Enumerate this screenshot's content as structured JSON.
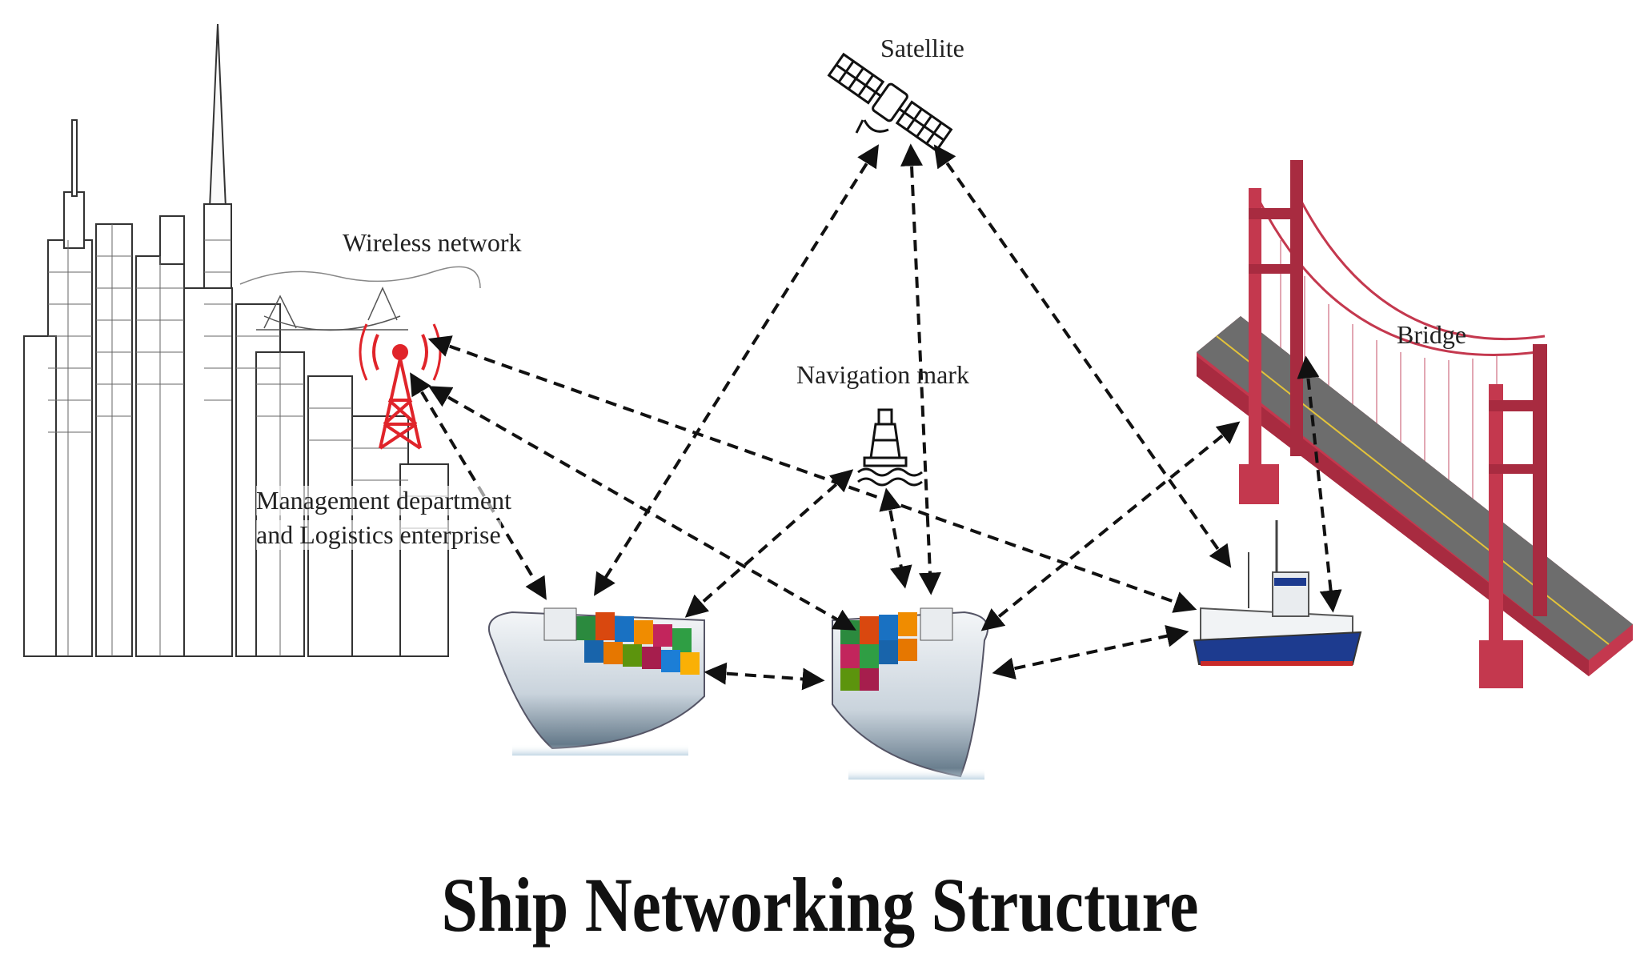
{
  "title": "Ship Networking Structure",
  "labels": {
    "satellite": "Satellite",
    "wireless": "Wireless network",
    "navmark": "Navigation mark",
    "bridge": "Bridge",
    "mgmt_line1": "Management department",
    "mgmt_line2": "and Logistics enterprise"
  },
  "colors": {
    "tower": "#e0242a",
    "bridge": "#c4384e",
    "bridge_deck": "#6d6d6d",
    "ship_hull_blue": "#1d3b8f",
    "arrow": "#111111"
  },
  "icons": [
    "city-skyline-icon",
    "radio-tower-icon",
    "satellite-icon",
    "buoy-icon",
    "bridge-icon",
    "container-ship-icon",
    "fishing-vessel-icon"
  ]
}
